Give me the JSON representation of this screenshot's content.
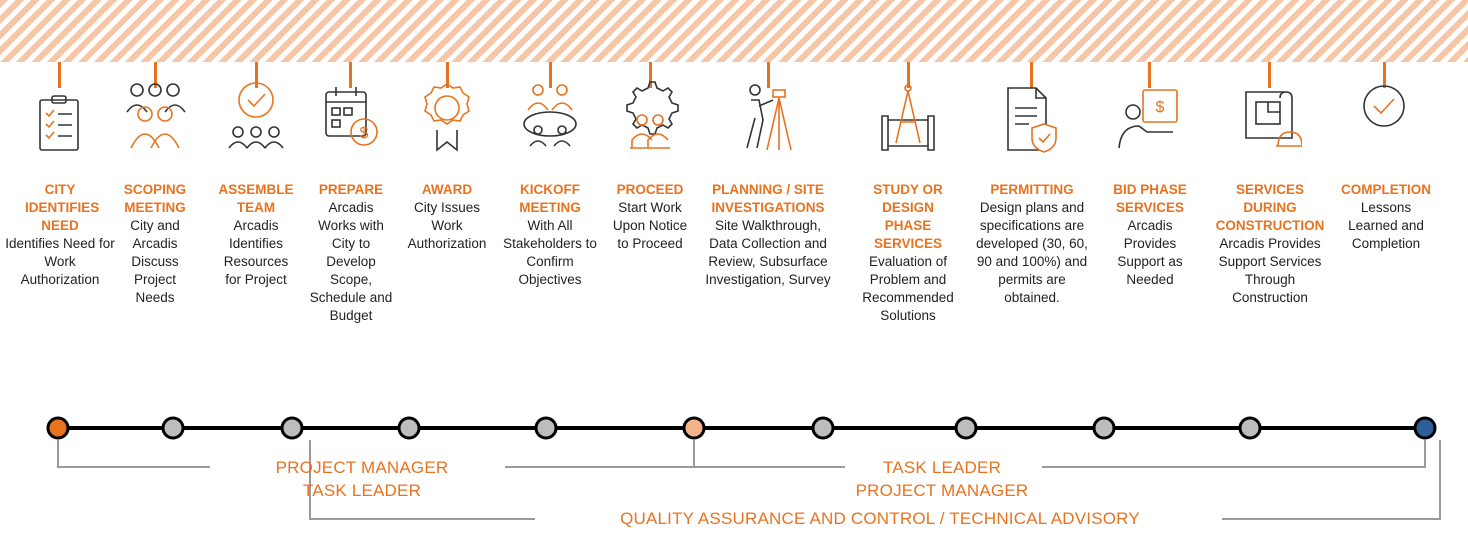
{
  "colors": {
    "accent": "#e8731f",
    "light_accent": "#f5b38a",
    "gray_dot": "#bdbdbd",
    "end_dot": "#2d5e9a",
    "line": "#000000",
    "bracket": "#9a9a9a"
  },
  "steps": [
    {
      "title": "CITY IDENTIFIES NEED",
      "desc": "Identifies Need for Work Authorization",
      "icon": "clipboard-checklist-icon"
    },
    {
      "title": "SCOPING MEETING",
      "desc": "City and Arcadis Discuss Project Needs",
      "icon": "group-meeting-icon"
    },
    {
      "title": "ASSEMBLE TEAM",
      "desc": "Arcadis Identifies Resources for Project",
      "icon": "team-check-icon"
    },
    {
      "title": "PREPARE",
      "desc": "Arcadis Works with City to Develop Scope, Schedule and Budget",
      "icon": "calendar-budget-icon"
    },
    {
      "title": "AWARD",
      "desc": "City Issues Work Authorization",
      "icon": "award-ribbon-icon"
    },
    {
      "title": "KICKOFF MEETING",
      "desc": "With All Stakeholders to Confirm Objectives",
      "icon": "round-table-icon"
    },
    {
      "title": "PROCEED",
      "desc": "Start Work Upon Notice to Proceed",
      "icon": "gear-people-icon"
    },
    {
      "title": "PLANNING / SITE INVESTIGATIONS",
      "desc": "Site Walkthrough, Data Collection and Review, Subsurface Investigation, Survey",
      "icon": "surveyor-icon"
    },
    {
      "title": "STUDY OR DESIGN PHASE SERVICES",
      "desc": "Evaluation of Problem and Recommended Solutions",
      "icon": "blueprint-compass-icon"
    },
    {
      "title": "PERMITTING",
      "desc": "Design plans and specifications are developed (30, 60, 90 and 100%) and permits are obtained.",
      "icon": "document-shield-icon"
    },
    {
      "title": "BID PHASE SERVICES",
      "desc": "Arcadis Provides Support as Needed",
      "icon": "computer-dollar-icon"
    },
    {
      "title": "SERVICES DURING CONSTRUCTION",
      "desc": "Arcadis Provides Support Services Through Construction",
      "icon": "construction-plan-icon"
    },
    {
      "title": "COMPLETION",
      "desc": "Lessons Learned and Completion",
      "icon": "check-circle-icon"
    }
  ],
  "roles": {
    "left_line1": "PROJECT MANAGER",
    "left_line2": "TASK LEADER",
    "right_line1": "TASK LEADER",
    "right_line2": "PROJECT MANAGER",
    "bottom": "QUALITY ASSURANCE AND CONTROL / TECHNICAL ADVISORY"
  }
}
